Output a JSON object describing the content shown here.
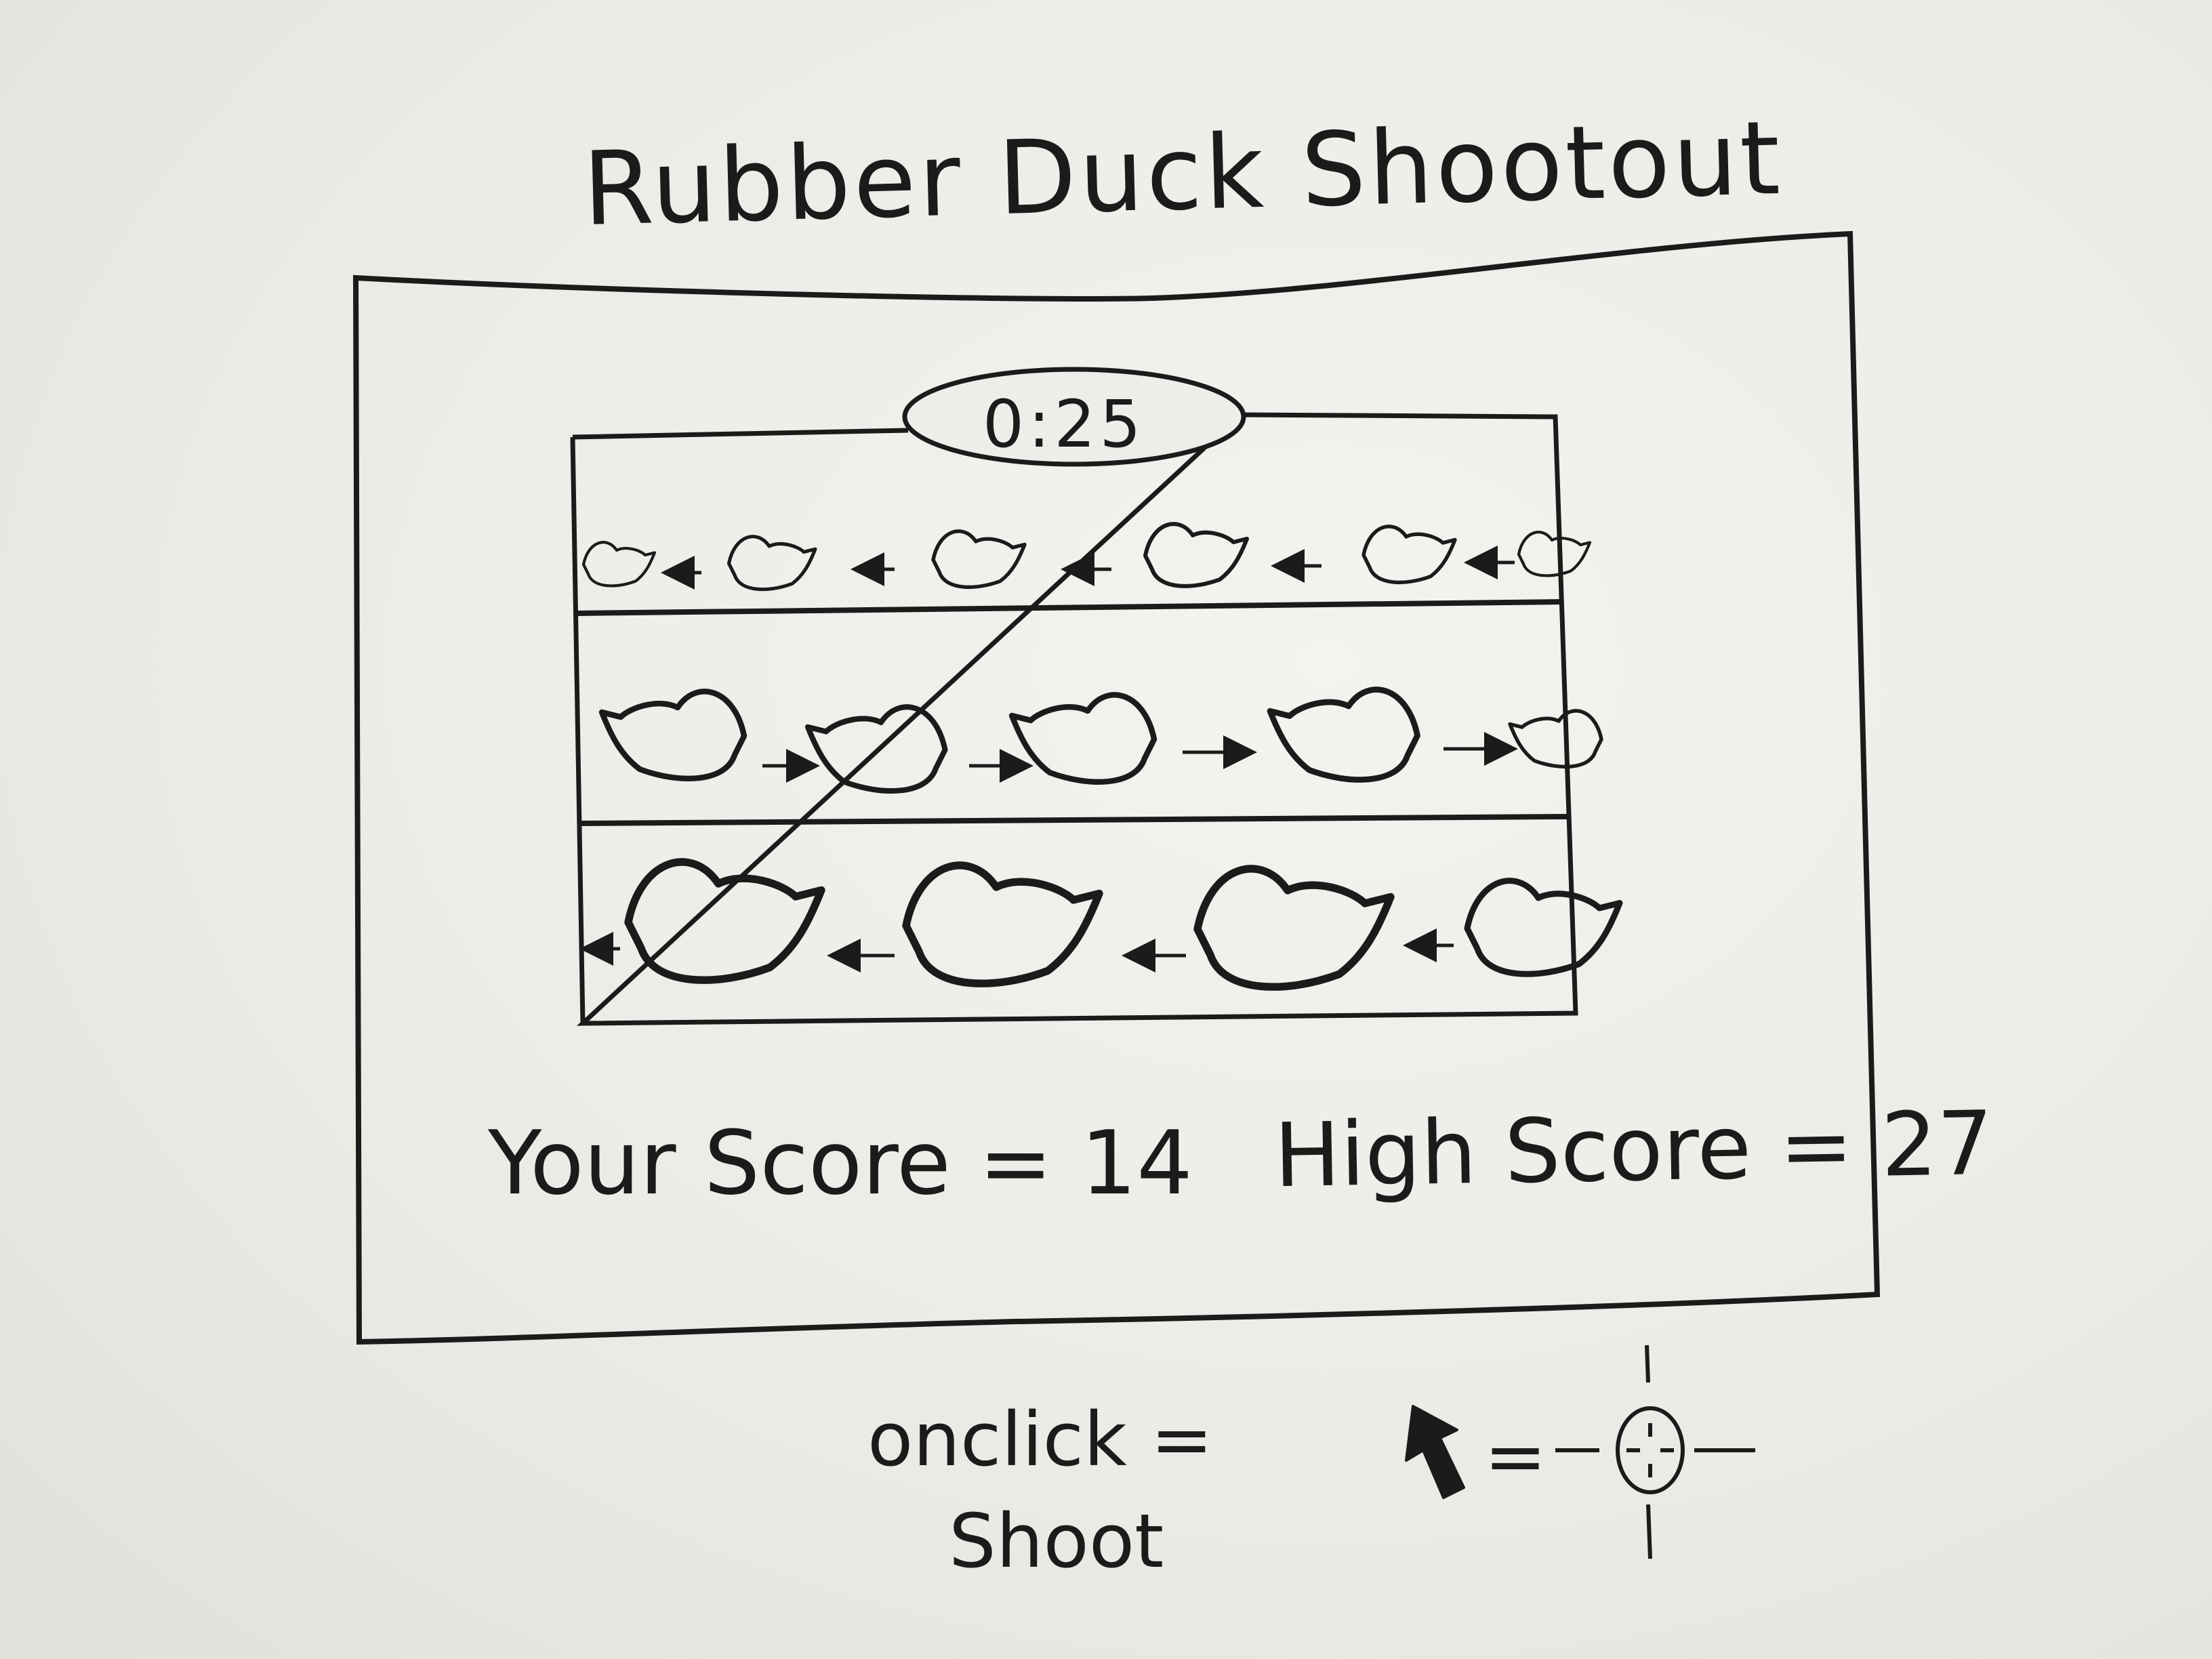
{
  "title": "Rubber Duck Shootout",
  "timer": "0:25",
  "score": {
    "your_score_label": "Your Score = 14",
    "high_score_label": "High Score = 27"
  },
  "instructions": {
    "event_label": "onclick =",
    "action_label": "Shoot",
    "equals": "="
  },
  "icons": {
    "cursor": "arrow-cursor-icon",
    "crosshair": "crosshair-icon",
    "duck": "duck-icon"
  },
  "lanes": [
    {
      "direction": "left",
      "duck_count": 6
    },
    {
      "direction": "right",
      "duck_count": 5
    },
    {
      "direction": "left",
      "duck_count": 4
    }
  ]
}
